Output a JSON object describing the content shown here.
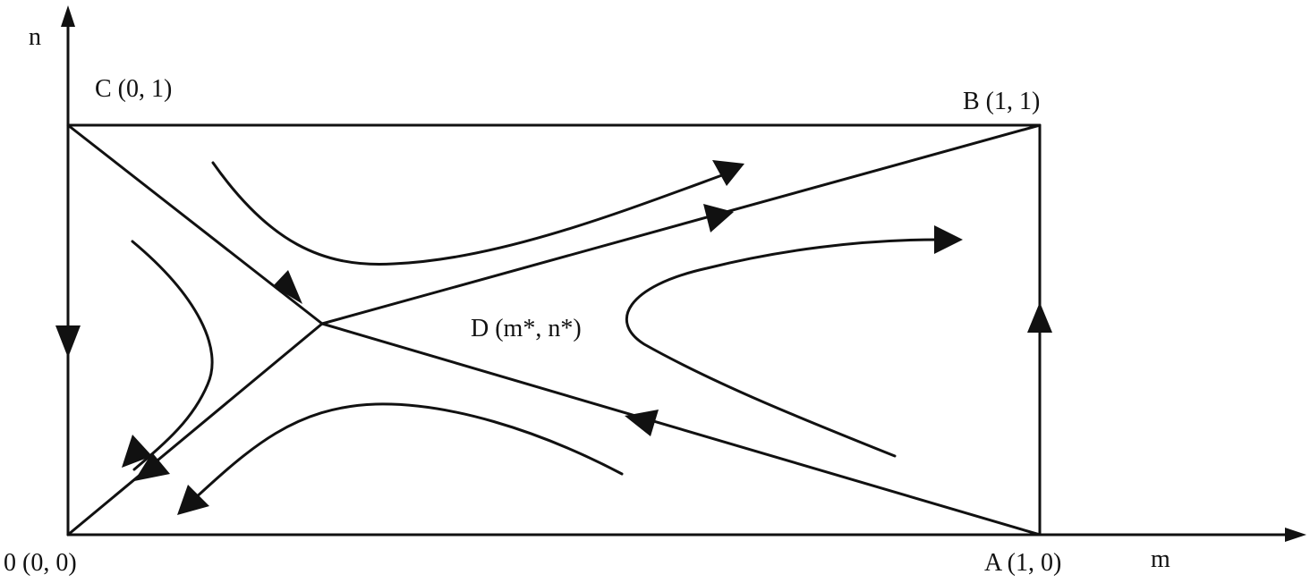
{
  "axes": {
    "x_label": "m",
    "y_label": "n"
  },
  "points": {
    "origin": "0 (0, 0)",
    "a": "A (1, 0)",
    "b": "B (1, 1)",
    "c": "C (0, 1)",
    "d": "D (m*, n*)"
  },
  "colors": {
    "ink": "#111111",
    "background": "#ffffff"
  }
}
